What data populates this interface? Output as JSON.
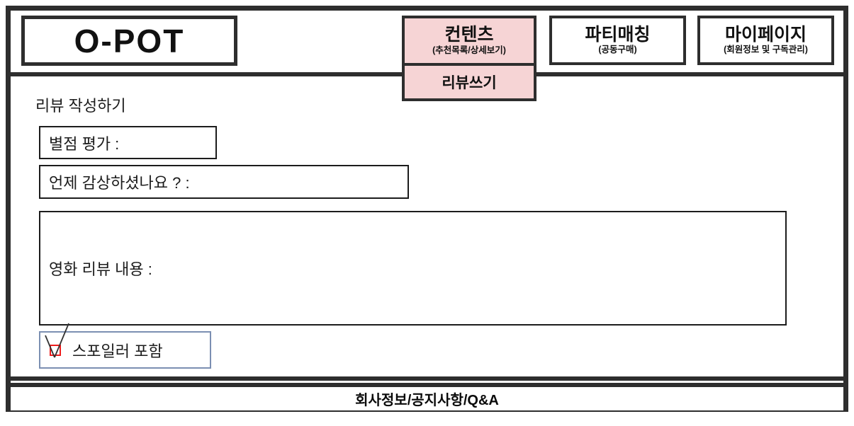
{
  "brand": {
    "logo_text": "O-POT"
  },
  "nav": {
    "tabs": [
      {
        "label": "컨텐츠",
        "sub": "(추천목록/상세보기)",
        "active": true
      },
      {
        "label": "파티매칭",
        "sub": "(공동구매)",
        "active": false
      },
      {
        "label": "마이페이지",
        "sub": "(회원정보 및 구독관리)",
        "active": false
      }
    ],
    "subtab": {
      "label": "리뷰쓰기",
      "active": true
    }
  },
  "review_form": {
    "page_title": "리뷰 작성하기",
    "rating_field_label": "별점 평가 :",
    "watched_field_label": "언제 감상하셨나요 ? :",
    "review_field_label": "영화 리뷰 내용 :",
    "spoiler_checkbox_label": "스포일러 포함",
    "spoiler_checked": true
  },
  "footer": {
    "links_label": "회사정보/공지사항/Q&A"
  },
  "colors": {
    "frame_border": "#2e2e2e",
    "active_tab_bg": "#f6d4d5",
    "spoiler_box_border": "#7b8fb2",
    "spoiler_checkbox_border": "#ee1c1c"
  }
}
